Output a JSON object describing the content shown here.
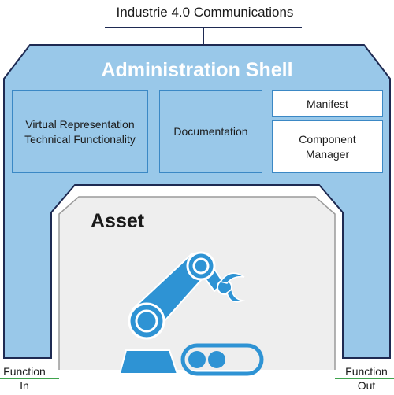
{
  "header": {
    "communications_label": "Industrie 4.0 Communications"
  },
  "shell": {
    "title": "Administration Shell",
    "boxes": {
      "virtual_line1": "Virtual Representation",
      "virtual_line2": "Technical Functionality",
      "documentation": "Documentation",
      "manifest": "Manifest",
      "component_line1": "Component",
      "component_line2": "Manager"
    }
  },
  "asset": {
    "label": "Asset"
  },
  "function_in": {
    "line1": "Function",
    "line2": "In"
  },
  "function_out": {
    "line1": "Function",
    "line2": "Out"
  },
  "colors": {
    "shell_fill": "#99c8e9",
    "outline": "#1e2a52",
    "asset_fill": "#eeeeee",
    "robot": "#2e93d4",
    "function_line": "#3fa34d"
  },
  "icons": [
    "robot-arm-icon",
    "conveyor-icon"
  ]
}
